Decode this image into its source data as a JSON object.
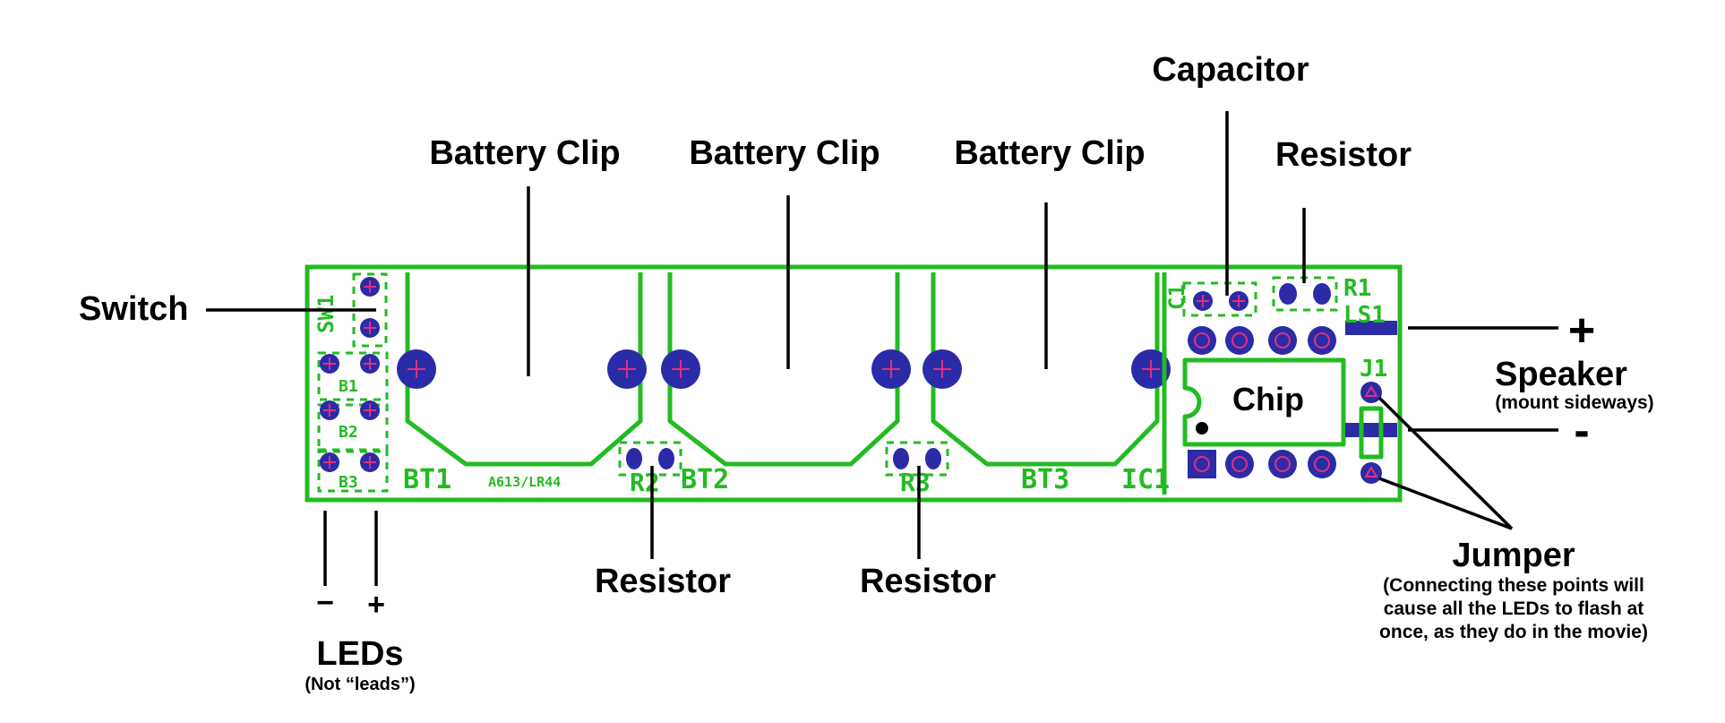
{
  "labels": {
    "battery_clip_1": "Battery Clip",
    "battery_clip_2": "Battery Clip",
    "battery_clip_3": "Battery Clip",
    "capacitor": "Capacitor",
    "resistor_top": "Resistor",
    "switch": "Switch",
    "speaker_plus": "+",
    "speaker_title": "Speaker",
    "speaker_note": "(mount sideways)",
    "speaker_minus": "-",
    "chip": "Chip",
    "resistor_r2": "Resistor",
    "resistor_r3": "Resistor",
    "led_minus": "−",
    "led_plus": "+",
    "leds_title": "LEDs",
    "leds_note": "(Not “leads”)",
    "jumper_title": "Jumper",
    "jumper_note_1": "(Connecting these points will",
    "jumper_note_2": "cause all the LEDs to flash at",
    "jumper_note_3": "once, as they do in the movie)"
  },
  "silkscreen": {
    "sw1": "SW1",
    "b1": "B1",
    "b2": "B2",
    "b3": "B3",
    "bt1": "BT1",
    "battery_type": "A613/LR44",
    "r2": "R2",
    "bt2": "BT2",
    "r3": "R3",
    "bt3": "BT3",
    "ic1": "IC1",
    "c1": "C1",
    "r1": "R1",
    "ls1": "LS1",
    "j1": "J1"
  },
  "colors": {
    "board_outline": "#22bb22",
    "pad": "#2b2ba8",
    "pad_hole": "#e0307a",
    "label_text": "#000000"
  }
}
